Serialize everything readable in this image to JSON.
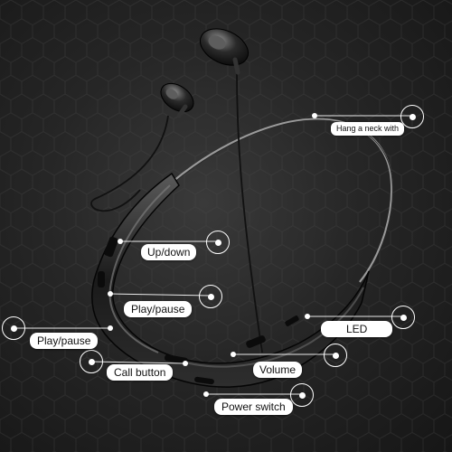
{
  "image": {
    "subject": "Wireless neckband headphones with labeled controls",
    "background_color": "#262626",
    "accent_color": "#ffffff",
    "callouts": [
      {
        "id": "hang",
        "text": "Hang a neck with"
      },
      {
        "id": "updown",
        "text": "Up/down"
      },
      {
        "id": "playpause_right",
        "text": "Play/pause"
      },
      {
        "id": "playpause_left",
        "text": "Play/pause"
      },
      {
        "id": "led",
        "text": "LED"
      },
      {
        "id": "call",
        "text": "Call button"
      },
      {
        "id": "volume",
        "text": "Volume"
      },
      {
        "id": "power",
        "text": "Power switch"
      }
    ]
  }
}
